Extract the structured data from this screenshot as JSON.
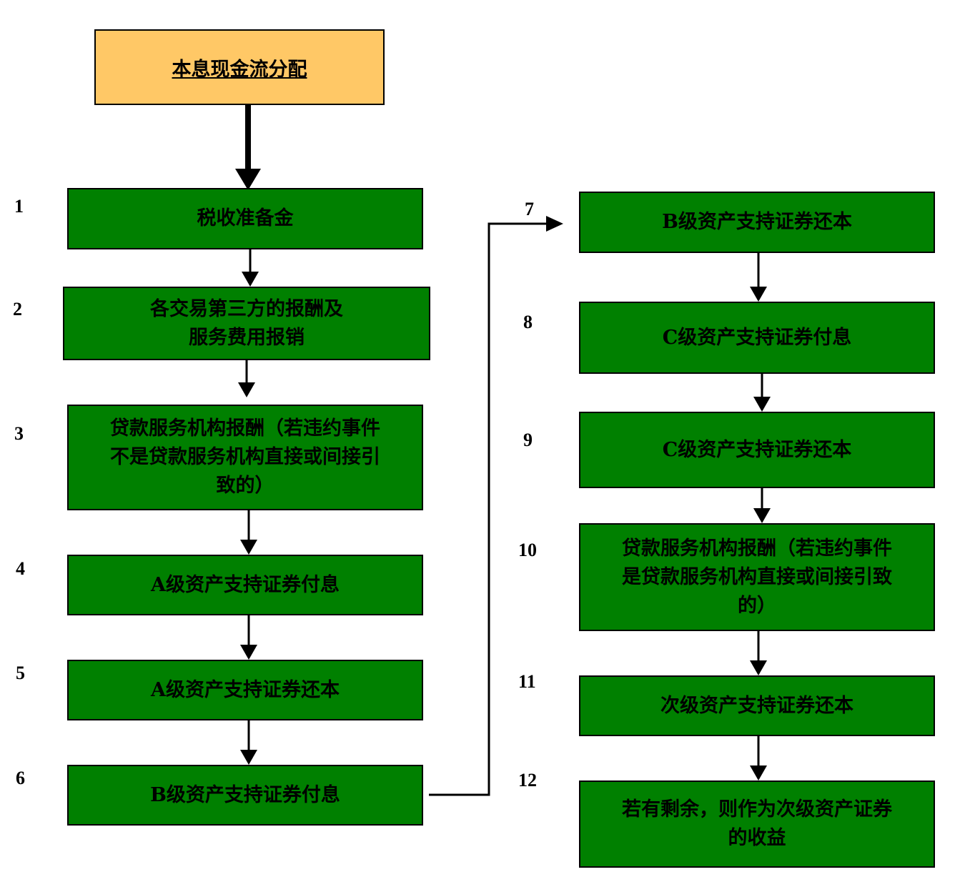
{
  "title": "本息现金流分配",
  "steps": [
    {
      "num": "1",
      "label": "税收准备金"
    },
    {
      "num": "2",
      "label": "各交易第三方的报酬及\n服务费用报销"
    },
    {
      "num": "3",
      "label": "贷款服务机构报酬（若违约事件\n不是贷款服务机构直接或间接引\n致的）"
    },
    {
      "num": "4",
      "label": "A级资产支持证券付息"
    },
    {
      "num": "5",
      "label": "A级资产支持证券还本"
    },
    {
      "num": "6",
      "label": "B级资产支持证券付息"
    },
    {
      "num": "7",
      "label": "B级资产支持证券还本"
    },
    {
      "num": "8",
      "label": "C级资产支持证券付息"
    },
    {
      "num": "9",
      "label": "C级资产支持证券还本"
    },
    {
      "num": "10",
      "label": "贷款服务机构报酬（若违约事件\n是贷款服务机构直接或间接引致\n的）"
    },
    {
      "num": "11",
      "label": "次级资产支持证券还本"
    },
    {
      "num": "12",
      "label": "若有剩余，则作为次级资产证券\n的收益"
    }
  ],
  "colors": {
    "header_fill": "#ffc866",
    "box_fill": "#008000",
    "border": "#000000"
  }
}
